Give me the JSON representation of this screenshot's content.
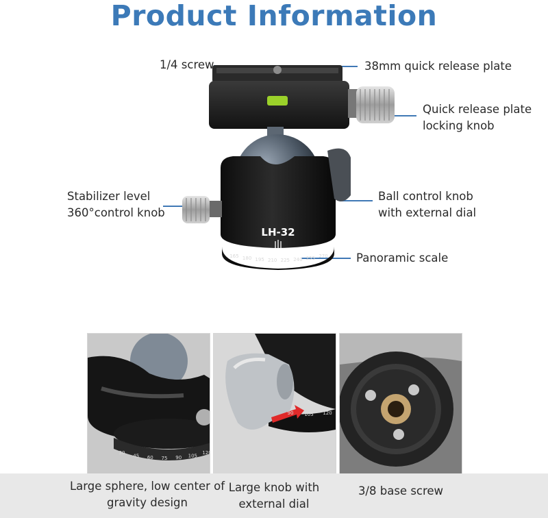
{
  "title": "Product Information",
  "callouts": {
    "screw": "1/4 screw",
    "plate": "38mm quick release plate",
    "locking_knob": [
      "Quick release plate",
      "locking knob"
    ],
    "stabilizer": [
      "Stabilizer level",
      "360°control knob"
    ],
    "ball_knob": [
      "Ball control knob",
      "with external dial"
    ],
    "scale": "Panoramic scale"
  },
  "model": "LH-32",
  "scale_numbers": [
    "165",
    "180",
    "195",
    "210",
    "225",
    "240",
    "255",
    "270"
  ],
  "details": [
    {
      "caption": [
        "Large sphere, low center of",
        "gravity design"
      ],
      "scale_numbers": [
        "30",
        "45",
        "60",
        "75",
        "90",
        "105",
        "120"
      ]
    },
    {
      "caption": [
        "Large knob with",
        "external dial"
      ],
      "scale_numbers": [
        "90",
        "105",
        "120"
      ]
    },
    {
      "caption": [
        "3/8 base screw"
      ]
    }
  ],
  "colors": {
    "title": "#3c7ab8",
    "callout_line": "#3f78b5",
    "caption_band": "#e8e8e8",
    "arrow": "#e02a2a"
  }
}
